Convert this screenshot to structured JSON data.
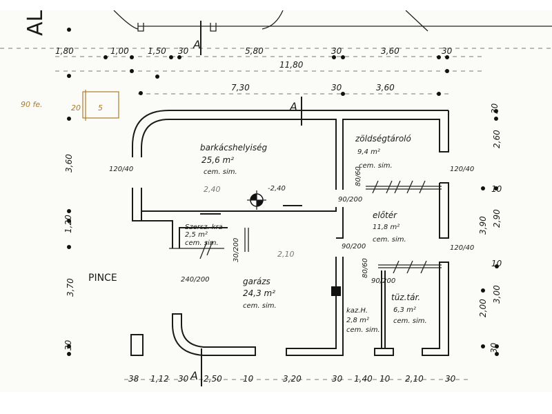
{
  "title_fragment": "AL",
  "section_marker": "A",
  "rooms": [
    {
      "name": "barkácshelyiség",
      "area": "25,6 m²",
      "floor": "cem. sim."
    },
    {
      "name": "zöldségtároló",
      "area": "9,4 m²",
      "floor": "cem. sim."
    },
    {
      "name": "előtér",
      "area": "11,8 m²",
      "floor": "cem. sim."
    },
    {
      "name": "garázs",
      "area": "24,3 m²",
      "floor": "cem. sim."
    },
    {
      "name": "tüz.tár.",
      "area": "6,3 m²",
      "floor": "cem. sim."
    },
    {
      "name": "kaz.H.",
      "area": "2,8 m²",
      "floor": "cem. sim."
    },
    {
      "name": "Szersz. kra",
      "area": "2,5 m²",
      "floor": "cem. sim."
    }
  ],
  "pince_label": "PINCE",
  "dims_top1": [
    "1,80",
    "1,00",
    "1,50",
    "30",
    "5,80",
    "30",
    "3,60",
    "30"
  ],
  "dims_top2": [
    "11,80"
  ],
  "dims_top3": [
    "7,30",
    "30",
    "3,60"
  ],
  "dims_bottom": [
    "38",
    "1,12",
    "30",
    "2,50",
    "10",
    "3,20",
    "30",
    "1,40",
    "10",
    "2,10",
    "30"
  ],
  "dims_left": [
    "3,60",
    "1,20",
    "3,70",
    "30"
  ],
  "dims_right": [
    "30",
    "2,60",
    "10",
    "3,90",
    "2,90",
    "10",
    "2,00",
    "3,00",
    "30"
  ],
  "openings": [
    "120/40",
    "120/40",
    "90/200",
    "90/200",
    "90/200",
    "240/200",
    "120/40",
    "30/200",
    "80/60",
    "80/60"
  ],
  "levels": [
    "2,40",
    "-2,40",
    "2,10"
  ],
  "annotation": {
    "note": "90 fe.",
    "size": "20",
    "num": "5"
  }
}
